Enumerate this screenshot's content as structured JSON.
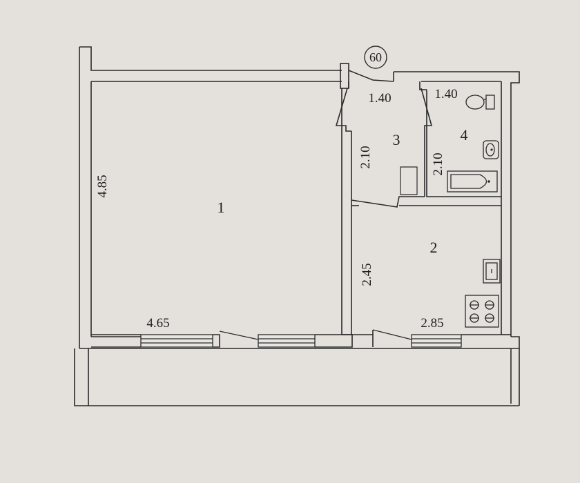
{
  "plan": {
    "sheet_number": "60",
    "rooms": [
      {
        "id": "1",
        "label": "1"
      },
      {
        "id": "2",
        "label": "2"
      },
      {
        "id": "3",
        "label": "3"
      },
      {
        "id": "4",
        "label": "4"
      }
    ],
    "dimensions": {
      "room1_height": "4.85",
      "room1_width": "4.65",
      "room2_height": "2.45",
      "room2_width": "2.85",
      "hall_width": "1.40",
      "hall_height": "2.10",
      "bath_width": "1.40",
      "bath_height": "2.10"
    },
    "fixtures": [
      "toilet-icon",
      "sink-icon",
      "bathtub-icon",
      "kitchen-sink-icon",
      "stove-icon"
    ],
    "colors": {
      "paper": "#e4e1dd",
      "ink": "#2a2a2a"
    }
  }
}
